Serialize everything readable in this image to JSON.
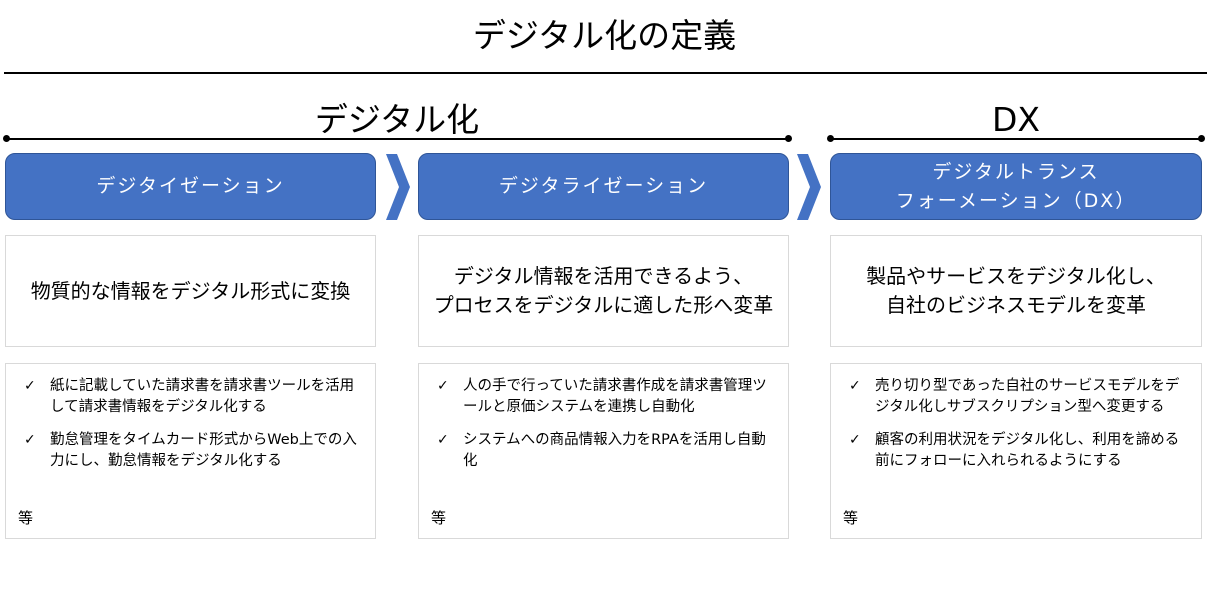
{
  "title": "デジタル化の定義",
  "groups": {
    "digitalization": "デジタル化",
    "dx": "DX"
  },
  "stages": [
    {
      "label": "デジタイゼーション",
      "summary": "物質的な情報をデジタル形式に変換",
      "examples": [
        "紙に記載していた請求書を請求書ツールを活用して請求書情報をデジタル化する",
        "勤怠管理をタイムカード形式からWeb上での入力にし、勤怠情報をデジタル化する"
      ],
      "etc": "等"
    },
    {
      "label": "デジタライゼーション",
      "summary_lines": [
        "デジタル情報を活用できるよう、",
        "プロセスをデジタルに適した形へ変革"
      ],
      "examples": [
        "人の手で行っていた請求書作成を請求書管理ツールと原価システムを連携し自動化",
        "システムへの商品情報入力をRPAを活用し自動化"
      ],
      "etc": "等"
    },
    {
      "label_lines": [
        "デジタルトランス",
        "フォーメーション（DX）"
      ],
      "summary_lines": [
        "製品やサービスをデジタル化し、",
        "自社のビジネスモデルを変革"
      ],
      "examples": [
        "売り切り型であった自社のサービスモデルをデジタル化しサブスクリプション型へ変更する",
        "顧客の利用状況をデジタル化し、利用を諦める前にフォローに入れられるようにする"
      ],
      "etc": "等"
    }
  ],
  "colors": {
    "stage_fill": "#4472c4",
    "stage_border": "#2f5597",
    "box_border": "#d9d9d9"
  },
  "icons": {
    "arrow": "chevron-right-icon",
    "check": "check-mark-icon"
  }
}
